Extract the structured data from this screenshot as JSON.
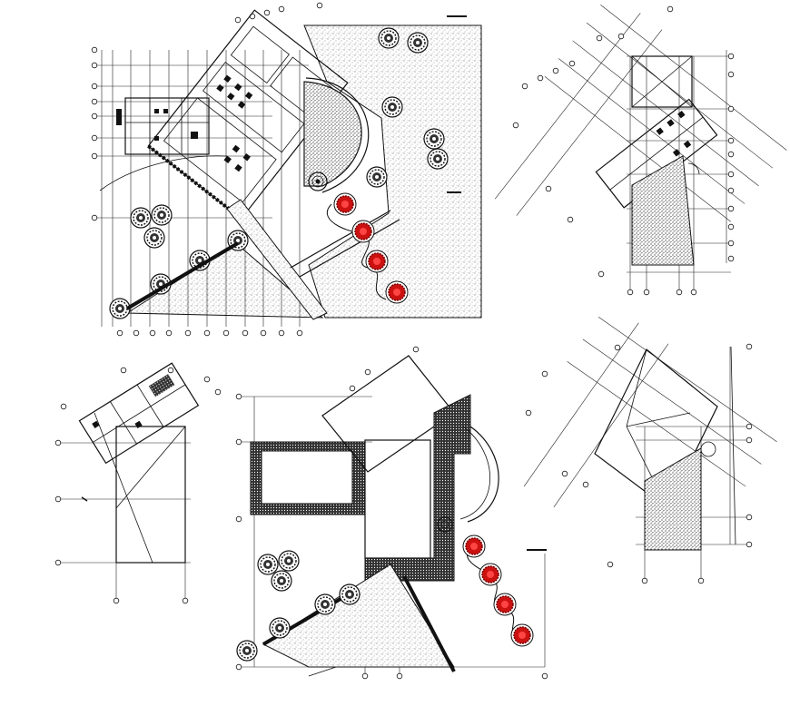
{
  "drawing": {
    "background": "#ffffff",
    "ink_color": "#111111",
    "accent_tree_color": "#cc1111",
    "panels": [
      {
        "id": "site-plan-top-left",
        "kind": "landscape-site-plan"
      },
      {
        "id": "roof-plan-top-right",
        "kind": "roof-plan"
      },
      {
        "id": "floor-plan-bottom-left",
        "kind": "floor-plan"
      },
      {
        "id": "site-plan-bottom-center",
        "kind": "landscape-site-plan"
      },
      {
        "id": "roof-plan-bottom-right",
        "kind": "roof-plan"
      }
    ]
  }
}
